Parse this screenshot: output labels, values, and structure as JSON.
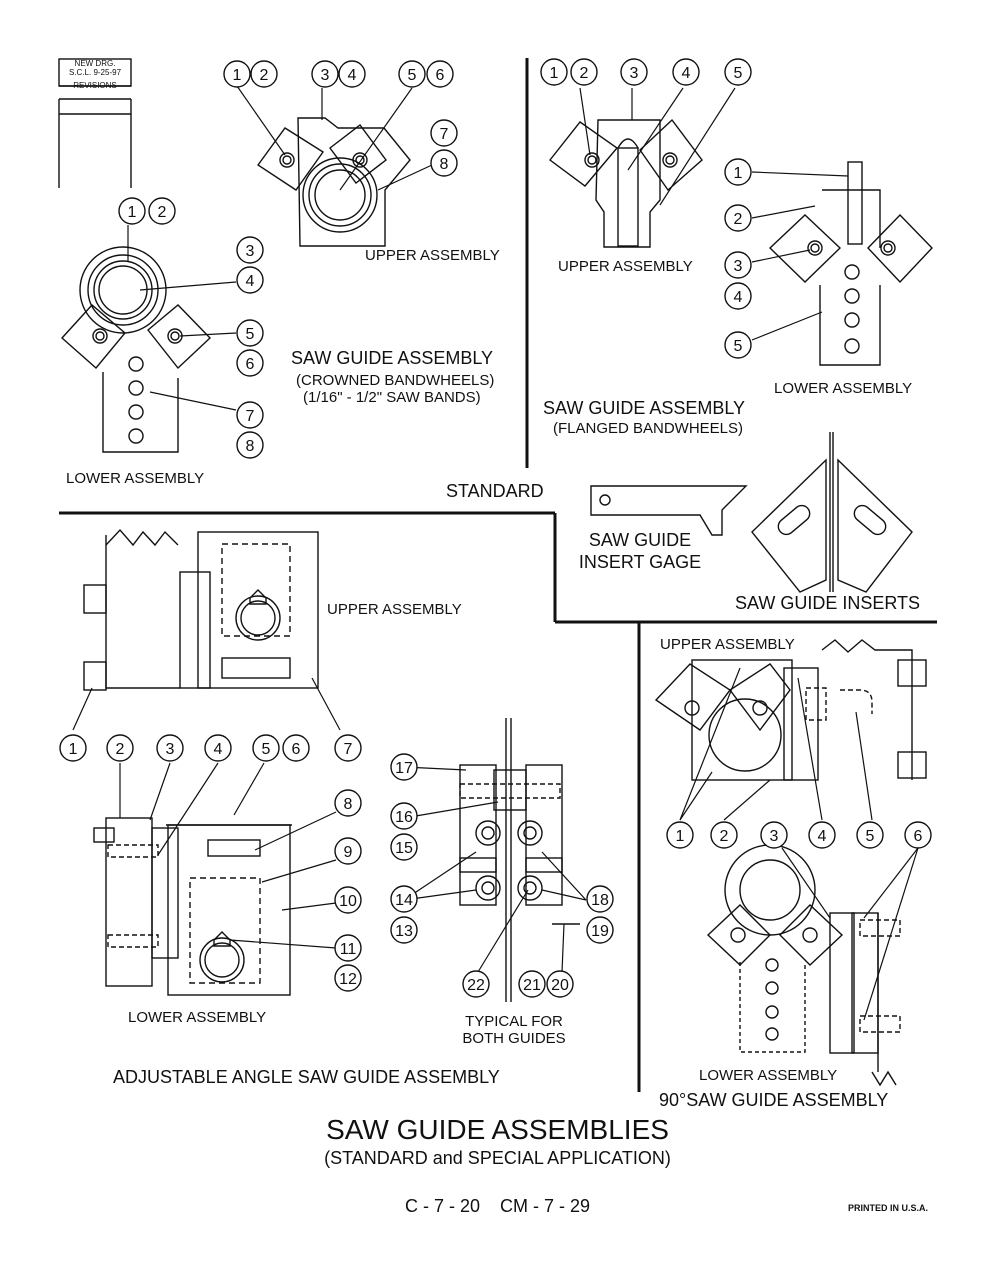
{
  "revision_block": {
    "line1": "NEW DRG.",
    "line2": "S.C.L.  9-25-97",
    "header": "REVISIONS"
  },
  "crowned": {
    "upper_label": "UPPER ASSEMBLY",
    "lower_label": "LOWER ASSEMBLY",
    "title": "SAW GUIDE ASSEMBLY",
    "sub1": "(CROWNED BANDWHEELS)",
    "sub2": "(1/16\" - 1/2\" SAW BANDS)"
  },
  "flanged": {
    "upper_label": "UPPER ASSEMBLY",
    "lower_label": "LOWER ASSEMBLY",
    "title": "SAW GUIDE ASSEMBLY",
    "sub": "(FLANGED BANDWHEELS)"
  },
  "standard_label": "STANDARD",
  "insert_gage": {
    "line1": "SAW GUIDE",
    "line2": "INSERT GAGE"
  },
  "inserts_label": "SAW GUIDE INSERTS",
  "adjustable": {
    "upper_label": "UPPER ASSEMBLY",
    "lower_label": "LOWER ASSEMBLY",
    "typical1": "TYPICAL FOR",
    "typical2": "BOTH GUIDES",
    "title": "ADJUSTABLE ANGLE SAW GUIDE ASSEMBLY"
  },
  "ninety": {
    "upper_label": "UPPER ASSEMBLY",
    "lower_label": "LOWER ASSEMBLY",
    "title": "90°SAW GUIDE ASSEMBLY"
  },
  "page_title": "SAW GUIDE ASSEMBLIES",
  "page_subtitle": "(STANDARD and SPECIAL APPLICATION)",
  "page_number": "C - 7 - 20    CM - 7 - 29",
  "printed": "PRINTED IN U.S.A.",
  "callouts": [
    "1",
    "2",
    "3",
    "4",
    "5",
    "6",
    "7",
    "8",
    "9",
    "10",
    "11",
    "12",
    "13",
    "14",
    "15",
    "16",
    "17",
    "18",
    "19",
    "20",
    "21",
    "22"
  ]
}
